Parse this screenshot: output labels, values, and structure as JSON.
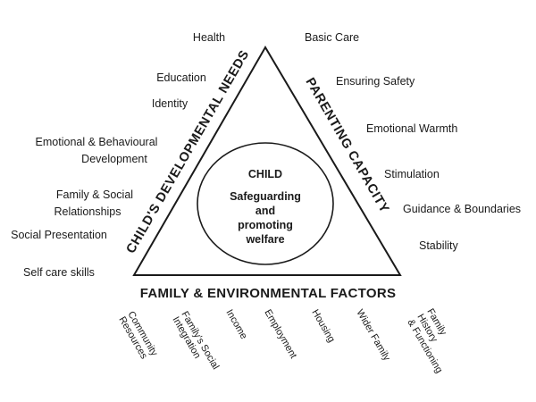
{
  "diagram": {
    "left_side_title": "CHILD'S DEVELOPMENTAL NEEDS",
    "right_side_title": "PARENTING CAPACITY",
    "base_title": "FAMILY & ENVIRONMENTAL FACTORS",
    "center": {
      "title": "CHILD",
      "lines": [
        "Safeguarding",
        "and",
        "promoting",
        "welfare"
      ]
    },
    "developmental_needs": [
      [
        "Health"
      ],
      [
        "Education"
      ],
      [
        "Identity"
      ],
      [
        "Emotional & Behavioural",
        "Development"
      ],
      [
        "Family & Social",
        "Relationships"
      ],
      [
        "Social Presentation"
      ],
      [
        "Self care skills"
      ]
    ],
    "parenting_capacity": [
      [
        "Basic Care"
      ],
      [
        "Ensuring Safety"
      ],
      [
        "Emotional Warmth"
      ],
      [
        "Stimulation"
      ],
      [
        "Guidance & Boundaries"
      ],
      [
        "Stability"
      ]
    ],
    "environmental_factors": [
      [
        "Community",
        "Resources"
      ],
      [
        "Family's Social",
        "Integration"
      ],
      [
        "Income"
      ],
      [
        "Employment"
      ],
      [
        "Housing"
      ],
      [
        "Wider Family"
      ],
      [
        "Family",
        "History",
        "& Functioning"
      ]
    ]
  }
}
